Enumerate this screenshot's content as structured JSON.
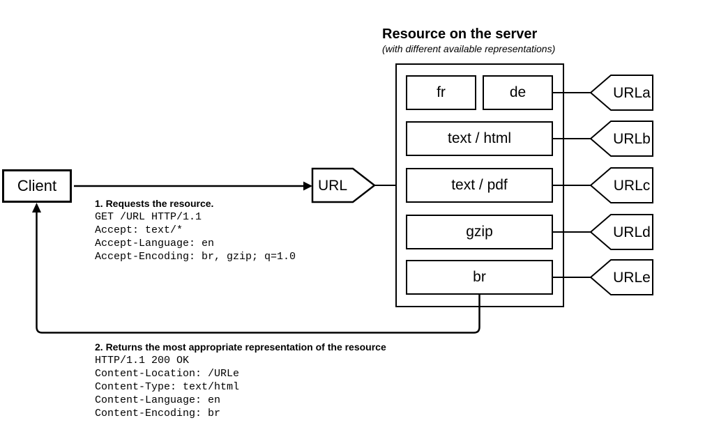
{
  "colors": {
    "ink": "#000000",
    "background": "#ffffff"
  },
  "client": {
    "label": "Client"
  },
  "url_node": {
    "label": "URL"
  },
  "server": {
    "title": "Resource on the server",
    "subtitle": "(with different available representations)",
    "rows": [
      {
        "boxes": [
          "fr",
          "de"
        ],
        "url": "URLa"
      },
      {
        "boxes": [
          "text / html"
        ],
        "url": "URLb"
      },
      {
        "boxes": [
          "text / pdf"
        ],
        "url": "URLc"
      },
      {
        "boxes": [
          "gzip"
        ],
        "url": "URLd"
      },
      {
        "boxes": [
          "br"
        ],
        "url": "URLe"
      }
    ]
  },
  "request": {
    "step_label": "1. Requests the resource.",
    "lines": [
      "GET /URL HTTP/1.1",
      "Accept: text/*",
      "Accept-Language: en",
      "Accept-Encoding: br, gzip; q=1.0"
    ]
  },
  "response": {
    "step_label": "2. Returns the most appropriate representation of the resource",
    "lines": [
      "HTTP/1.1 200 OK",
      "Content-Location: /URLe",
      "Content-Type: text/html",
      "Content-Language: en",
      "Content-Encoding: br"
    ]
  }
}
